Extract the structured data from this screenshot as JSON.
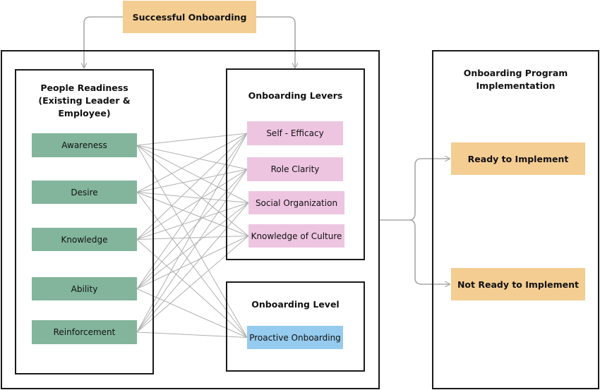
{
  "top": {
    "label": "Successful Onboarding"
  },
  "people_readiness": {
    "title": "People Readiness (Existing Leader & Employee)",
    "title_lines": [
      "People Readiness",
      "(Existing Leader &",
      "Employee)"
    ],
    "items": [
      "Awareness",
      "Desire",
      "Knowledge",
      "Ability",
      "Reinforcement"
    ]
  },
  "onboarding_levers": {
    "title": "Onboarding Levers",
    "items": [
      "Self - Efficacy",
      "Role Clarity",
      "Social Organization",
      "Knowledge of Culture"
    ]
  },
  "onboarding_level": {
    "title": "Onboarding Level",
    "items": [
      "Proactive Onboarding"
    ]
  },
  "implementation": {
    "title_lines": [
      "Onboarding Program",
      "Implementation"
    ],
    "outcomes": [
      "Ready to Implement",
      "Not Ready to Implement"
    ]
  },
  "connections": {
    "description": "Every People Readiness item connects to every Onboarding Lever and to Proactive Onboarding"
  },
  "colors": {
    "readiness": "#82b59c",
    "levers": "#eec5e1",
    "level": "#95cbee",
    "outcome": "#f4cd92",
    "connector": "#b0b0b0",
    "frame": "#1a1a1a"
  }
}
